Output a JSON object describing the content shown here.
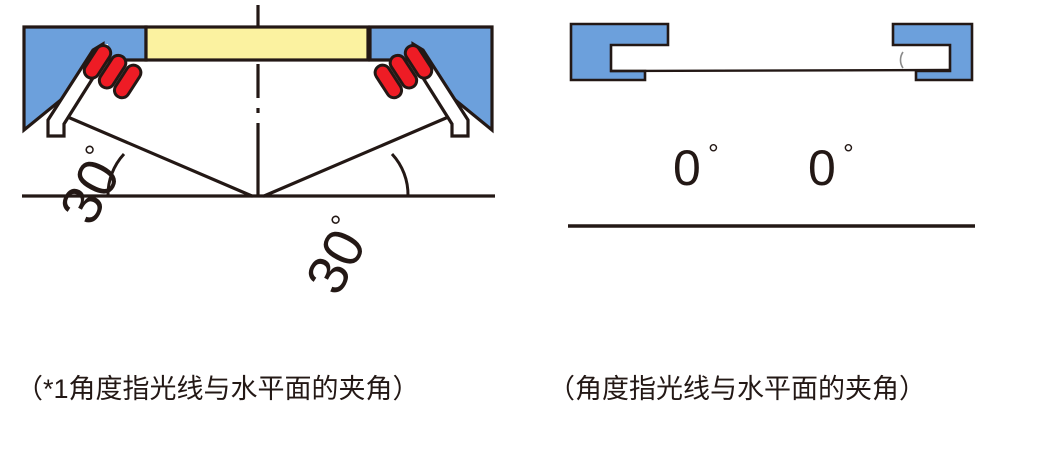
{
  "figure": {
    "title": "Illumination angle comparison diagram",
    "background_color": "#FFFFFF"
  },
  "colors": {
    "housing_blue": "#6CA0DC",
    "panel_yellow": "#FBF2A0",
    "led_red": "#EE1C25",
    "outline_black": "#231815",
    "line_black": "#231815"
  },
  "left_panel": {
    "name": "30-degree-illumination-diagram",
    "angle_labels": [
      {
        "value": "30",
        "degree_symbol": "°",
        "rotation": -62
      },
      {
        "value": "30",
        "degree_symbol": "°",
        "rotation": 62
      }
    ],
    "caption": "（*1角度指光线与水平面的夹角）",
    "led_count_per_module": 3,
    "module_count": 2,
    "has_center_dashed_line": true,
    "has_baseline": true,
    "has_angle_arcs": true
  },
  "right_panel": {
    "name": "0-degree-illumination-diagram",
    "angle_labels": [
      {
        "value": "0",
        "degree_symbol": "°"
      },
      {
        "value": "0",
        "degree_symbol": "°"
      }
    ],
    "caption": "（角度指光线与水平面的夹角）",
    "bracket_count": 2,
    "has_baseline": true,
    "has_horizontal_ray": true
  }
}
